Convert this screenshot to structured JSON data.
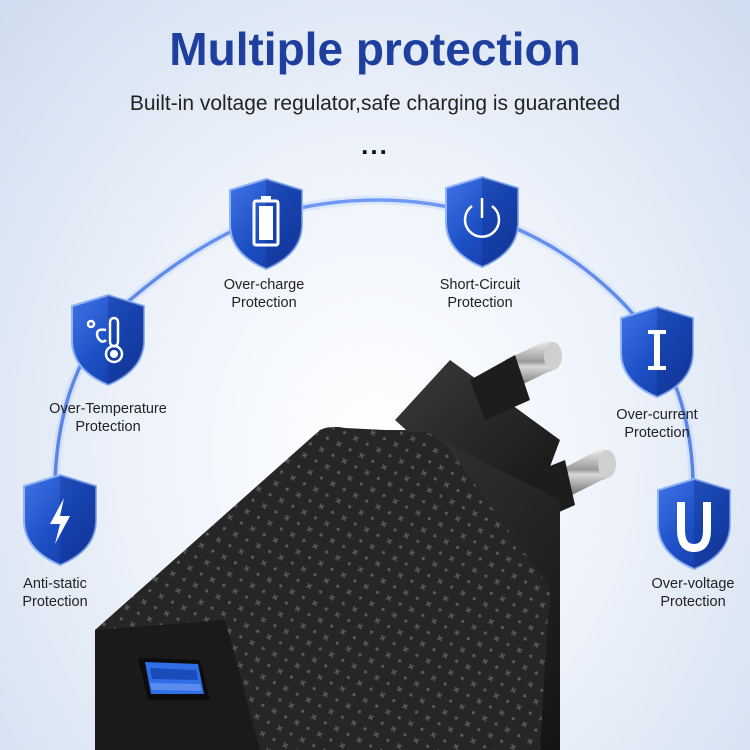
{
  "header": {
    "title": "Multiple protection",
    "subtitle": "Built-in voltage regulator,safe charging is guaranteed",
    "ellipsis": "..."
  },
  "protections": [
    {
      "line1": "Anti-static",
      "line2": "Protection",
      "icon": "lightning-icon"
    },
    {
      "line1": "Over-Temperature",
      "line2": "Protection",
      "icon": "thermometer-icon"
    },
    {
      "line1": "Over-charge",
      "line2": "Protection",
      "icon": "battery-icon"
    },
    {
      "line1": "Short-Circuit",
      "line2": "Protection",
      "icon": "power-icon"
    },
    {
      "line1": "Over-current",
      "line2": "Protection",
      "icon": "current-icon"
    },
    {
      "line1": "Over-voltage",
      "line2": "Protection",
      "icon": "voltage-u-icon"
    }
  ],
  "colors": {
    "title": "#1f3f9e",
    "shield": "#1d4fc4",
    "shield_edge": "#6f9bf0",
    "charger": "#262626"
  }
}
